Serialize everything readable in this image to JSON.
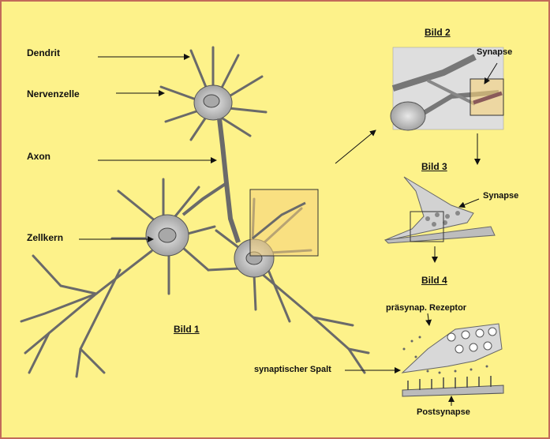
{
  "labels": {
    "dendrit": "Dendrit",
    "nervenzelle": "Nervenzelle",
    "axon": "Axon",
    "zellkern": "Zellkern",
    "synapse_2": "Synapse",
    "synapse_3": "Synapse",
    "praesynap_rezeptor": "präsynap. Rezeptor",
    "synaptischer_spalt": "synaptischer Spalt",
    "postsynapse": "Postsynapse"
  },
  "titles": {
    "bild1": "Bild 1",
    "bild2": "Bild 2",
    "bild3": "Bild 3",
    "bild4": "Bild 4"
  },
  "colors": {
    "background": "#fdf28a",
    "border": "#c26a5a",
    "highlight": "#f6d27a",
    "cell_fill": "#c9c9c9",
    "cell_stroke": "#555555"
  }
}
